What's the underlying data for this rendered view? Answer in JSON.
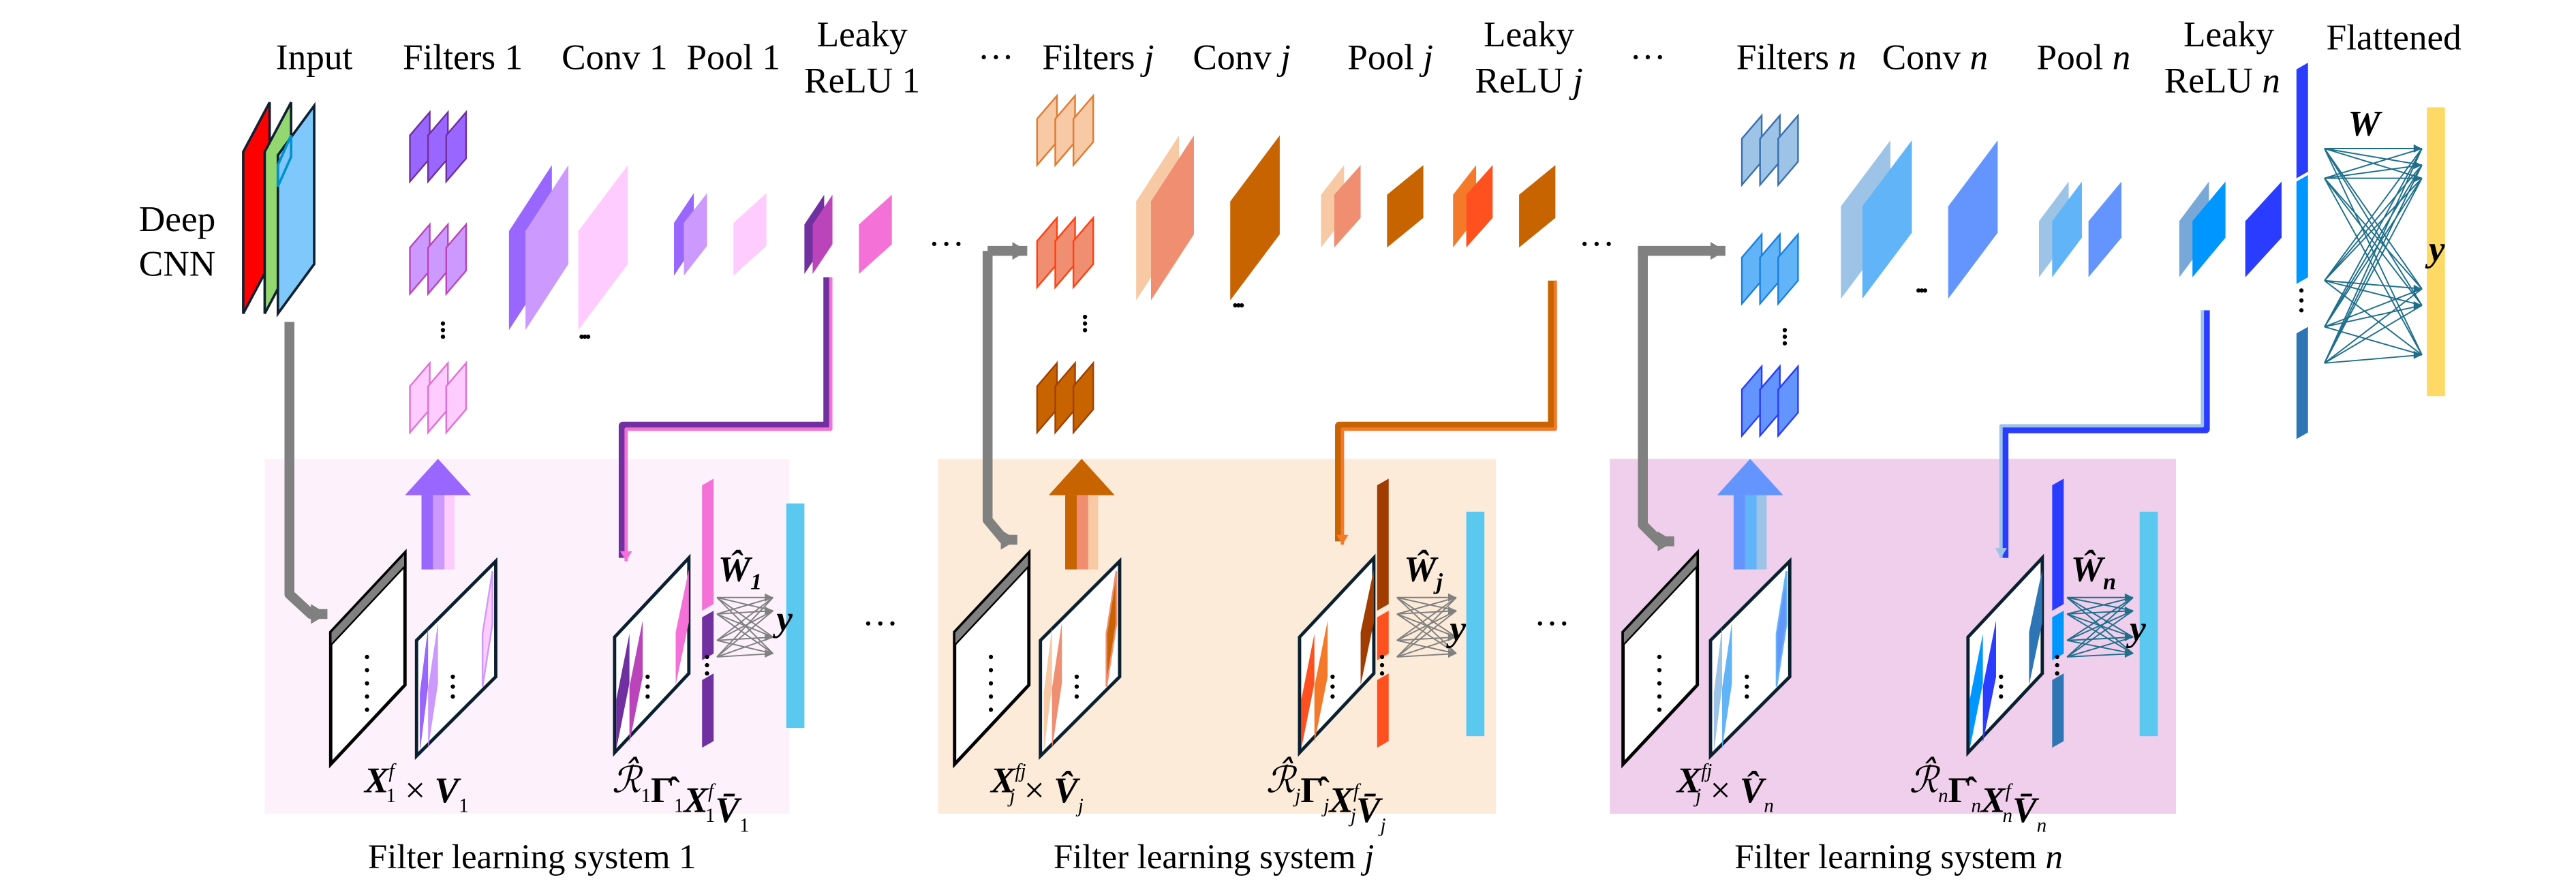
{
  "top_labels": {
    "input": "Input",
    "filters_1": {
      "text": "Filters",
      "var": "1"
    },
    "conv_1": {
      "text": "Conv",
      "var": "1"
    },
    "pool_1": {
      "text": "Pool",
      "var": "1"
    },
    "leaky_1": {
      "line1": "Leaky",
      "line2": "ReLU",
      "var": "1"
    },
    "ellipsis_a": "···",
    "filters_j": {
      "text": "Filters",
      "var": "j"
    },
    "conv_j": {
      "text": "Conv",
      "var": "j"
    },
    "pool_j": {
      "text": "Pool",
      "var": "j"
    },
    "leaky_j": {
      "line1": "Leaky",
      "line2": "ReLU",
      "var": "j"
    },
    "ellipsis_b": "···",
    "filters_n": {
      "text": "Filters",
      "var": "n"
    },
    "conv_n": {
      "text": "Conv",
      "var": "n"
    },
    "pool_n": {
      "text": "Pool",
      "var": "n"
    },
    "leaky_n": {
      "line1": "Leaky",
      "line2": "ReLU",
      "var": "n"
    },
    "flattened": "Flattened"
  },
  "side_label": {
    "line1": "Deep",
    "line2": "CNN"
  },
  "output": {
    "weight": "W",
    "target": "y"
  },
  "mid_ellipses": [
    "···",
    "···",
    "···",
    "···"
  ],
  "panels": [
    {
      "caption": {
        "text": "Filter learning system",
        "var": "1"
      },
      "weight_hat": {
        "base": "Ŵ",
        "sub": "1"
      },
      "target": "y",
      "formula_left": [
        {
          "t": "X",
          "sub": "1",
          "sup": "f",
          "style": "bv"
        },
        {
          "t": " × ",
          "style": ""
        },
        {
          "t": "V",
          "sub": "1",
          "style": "bv"
        }
      ],
      "formula_right": [
        {
          "t": "ℛ̂",
          "sub": "1",
          "style": "var"
        },
        {
          "t": "Γ̂",
          "sub": "1",
          "style": "b"
        },
        {
          "t": "X",
          "sub": "1",
          "sup": "f",
          "style": "bv"
        },
        {
          "t": "V̄",
          "sub": "1",
          "style": "bv"
        }
      ]
    },
    {
      "caption": {
        "text": "Filter learning system",
        "var": "j"
      },
      "weight_hat": {
        "base": "Ŵ",
        "sub": "j"
      },
      "target": "y",
      "formula_left": [
        {
          "t": "X",
          "sub": "j",
          "sup": "fj",
          "style": "bv"
        },
        {
          "t": " × ",
          "style": ""
        },
        {
          "t": "V̂",
          "sub": "j",
          "style": "bv"
        }
      ],
      "formula_right": [
        {
          "t": "ℛ̂",
          "sub": "j",
          "style": "var"
        },
        {
          "t": "Γ̂",
          "sub": "j",
          "style": "b"
        },
        {
          "t": "X",
          "sub": "j",
          "sup": "f",
          "style": "bv"
        },
        {
          "t": "V̄",
          "sub": "j",
          "style": "bv"
        }
      ]
    },
    {
      "caption": {
        "text": "Filter learning system",
        "var": "n"
      },
      "weight_hat": {
        "base": "Ŵ",
        "sub": "n"
      },
      "target": "y",
      "formula_left": [
        {
          "t": "X",
          "sub": "j",
          "sup": "fj",
          "style": "bv"
        },
        {
          "t": " × ",
          "style": ""
        },
        {
          "t": "V̂",
          "sub": "n",
          "style": "bv"
        }
      ],
      "formula_right": [
        {
          "t": "ℛ̂",
          "sub": "n",
          "style": "var"
        },
        {
          "t": "Γ̂",
          "sub": "n",
          "style": "b"
        },
        {
          "t": "X",
          "sub": "n",
          "sup": "f",
          "style": "bv"
        },
        {
          "t": "V̄",
          "sub": "n",
          "style": "bv"
        }
      ]
    }
  ],
  "colors": {
    "input": [
      "#ff0000",
      "#92d76f",
      "#7ec8fb"
    ],
    "stage1": [
      "#9966ff",
      "#cc99ff",
      "#ffccff",
      "#7030a0",
      "#bb44bb",
      "#f472d8"
    ],
    "stagej": [
      "#f8c9a5",
      "#f08e72",
      "#c86400",
      "#ff5020",
      "#f47a2a",
      "#a03c00"
    ],
    "stagen": [
      "#9dc3e6",
      "#62b4f8",
      "#6495ff",
      "#0096ff",
      "#2a3cff",
      "#2e75b6"
    ],
    "panel_bg": [
      "#fdf2fc",
      "#fdebd9",
      "#efcfec"
    ],
    "arrow_gray": "#808080",
    "target_bar": "#5bc8f0",
    "output_bar": "#ffd966",
    "net_stroke": "#808080",
    "net_stroke_n": "#1f6f8b"
  }
}
